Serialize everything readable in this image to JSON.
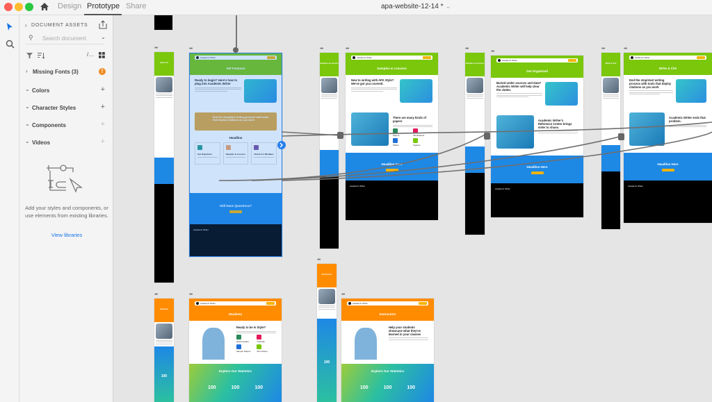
{
  "app": {
    "tabs": [
      "Design",
      "Prototype",
      "Share"
    ],
    "active_tab": "Prototype",
    "doc_title": "apa-website-12-14 *"
  },
  "panel": {
    "title": "DOCUMENT ASSETS",
    "search_placeholder": "Search document",
    "missing_fonts": "Missing Fonts (3)",
    "sections": [
      "Colors",
      "Character Styles",
      "Components",
      "Videos"
    ],
    "empty_text": "Add your styles and components, or use elements from existing libraries.",
    "link": "View libraries"
  },
  "brand": "Academic Writer",
  "desktop_boards": [
    {
      "title": "AW Features",
      "color": "#7ac70c",
      "intro": "Ready to begin? Here's how to plug into Academic Writer",
      "banner": "End the stop/start writing process with tools that deploy citations as you work",
      "headline": "Headline",
      "cards": [
        "Get Organized",
        "Samples & Lessons",
        "Check For Mistakes"
      ],
      "cta": "Still Have Questions?",
      "cta_color": "#1e88e5"
    },
    {
      "title": "Samples & Lessons",
      "color": "#7ac70c",
      "intro": "New to writing with APA Style? We've got you covered.",
      "second": "There are many kinds of papers",
      "tiles": [
        "Papers",
        "Worksheets",
        "Tables",
        "Figures"
      ],
      "cta": "Headline Here",
      "cta_color": "#1e88e5"
    },
    {
      "title": "Get Organized",
      "color": "#7ac70c",
      "intro": "Buried under sources and data? Academic Writer will help clear the clutter.",
      "second": "Academic Writer's Reference Center brings order to chaos.",
      "cta": "Headline Here",
      "cta_color": "#1e88e5"
    },
    {
      "title": "Write & Cite",
      "color": "#7ac70c",
      "intro": "End the stop/start writing process with tools that deploy citations as you work",
      "second": "Academic Writer ends that problem.",
      "cta": "Headline Here",
      "cta_color": "#1e88e5"
    },
    {
      "title": "Students",
      "color": "#ff8c00",
      "second": "Ready to be in Style?",
      "tiles": [
        "Quick Guides",
        "Tutorials",
        "Sample Papers",
        "Short Menu"
      ],
      "cta": "Explore Our Statistics",
      "stats": [
        "100",
        "100",
        "100"
      ]
    },
    {
      "title": "Instructors",
      "color": "#ff8c00",
      "second": "Help your students showcase what they've learned in your classes",
      "cta": "Explore Our Statistics",
      "stats": [
        "100",
        "100",
        "100"
      ]
    }
  ],
  "mobile_boards": [
    {
      "title": "About Us",
      "color": "#7ac70c"
    },
    {
      "title": "Samples & Lessons",
      "color": "#7ac70c"
    },
    {
      "title": "Samples & Lessons",
      "color": "#7ac70c"
    },
    {
      "title": "Write & Cite",
      "color": "#7ac70c"
    },
    {
      "title": "Students",
      "color": "#ff8c00",
      "stat": "100"
    },
    {
      "title": "Instructors",
      "color": "#ff8c00",
      "stat": "100"
    }
  ],
  "colors": {
    "accent": "#2680eb",
    "warning": "#f08a24"
  }
}
